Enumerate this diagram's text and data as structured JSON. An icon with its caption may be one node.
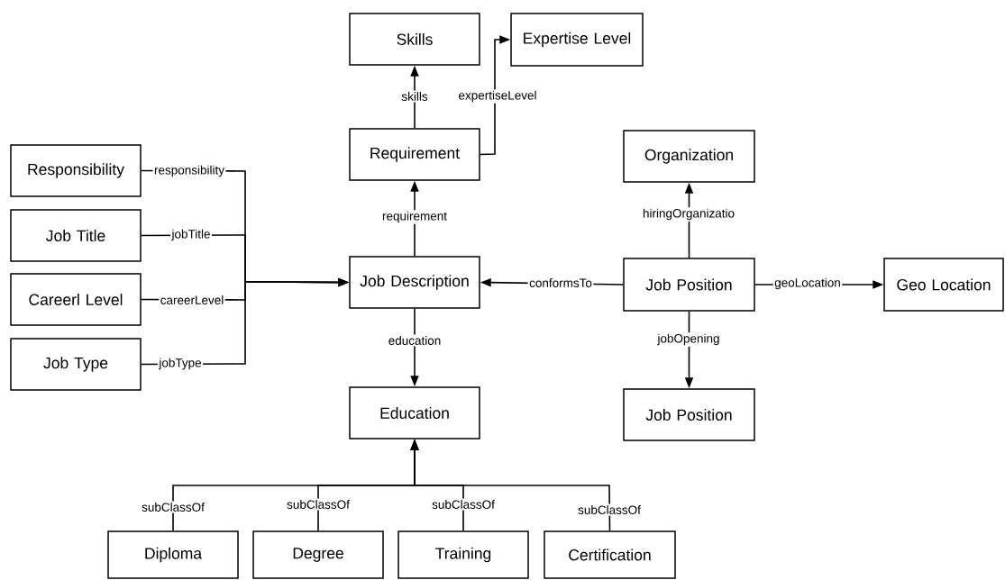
{
  "diagram": {
    "nodes": [
      {
        "text": [
          "Skills"
        ]
      },
      {
        "text": [
          "Expertise Level"
        ]
      },
      {
        "text": [
          "Responsibility"
        ]
      },
      {
        "text": [
          "Requirement"
        ]
      },
      {
        "text": [
          "Organization"
        ]
      },
      {
        "text": [
          "Job Title"
        ]
      },
      {
        "text": [
          "Careerl Level"
        ]
      },
      {
        "text": [
          "Job Description"
        ]
      },
      {
        "text": [
          "Job Position"
        ]
      },
      {
        "text": [
          "Geo Location"
        ]
      },
      {
        "text": [
          "Job Type"
        ]
      },
      {
        "text": [
          "Education"
        ]
      },
      {
        "text": [
          "Job Position"
        ]
      },
      {
        "text": [
          "Diploma"
        ]
      },
      {
        "text": [
          "Degree"
        ]
      },
      {
        "text": [
          "Training"
        ]
      },
      {
        "text": [
          "Certification"
        ]
      }
    ],
    "edges": [
      {
        "from": 2,
        "to": 7,
        "arrow": "to",
        "label": "responsibility"
      },
      {
        "from": 5,
        "to": 7,
        "arrow": "to",
        "label": "jobTitle"
      },
      {
        "from": 6,
        "to": 7,
        "arrow": "to",
        "label": "careerLevel"
      },
      {
        "from": 10,
        "to": 7,
        "arrow": "to",
        "label": "jobType"
      },
      {
        "from": 3,
        "to": 0,
        "arrow": "to",
        "label": "skills"
      },
      {
        "from": 3,
        "to": 1,
        "arrow": "to",
        "label": "expertiseLevel"
      },
      {
        "from": 7,
        "to": 3,
        "arrow": "to",
        "label": "requirement"
      },
      {
        "from": 8,
        "to": 7,
        "arrow": "to",
        "label": "conformsTo"
      },
      {
        "from": 8,
        "to": 4,
        "arrow": "to",
        "label": "hiringOrganizatio"
      },
      {
        "from": 8,
        "to": 9,
        "arrow": "to",
        "label": "geoLocation"
      },
      {
        "from": 7,
        "to": 11,
        "arrow": "to",
        "label": "education"
      },
      {
        "from": 8,
        "to": 12,
        "arrow": "to",
        "label": "jobOpening"
      },
      {
        "from": 13,
        "to": 11,
        "arrow": "to",
        "label": "subClassOf"
      },
      {
        "from": 14,
        "to": 11,
        "arrow": "to",
        "label": "subClassOf"
      },
      {
        "from": 15,
        "to": 11,
        "arrow": "to",
        "label": "subClassOf"
      },
      {
        "from": 16,
        "to": 11,
        "arrow": "to",
        "label": "subClassOf"
      }
    ]
  }
}
